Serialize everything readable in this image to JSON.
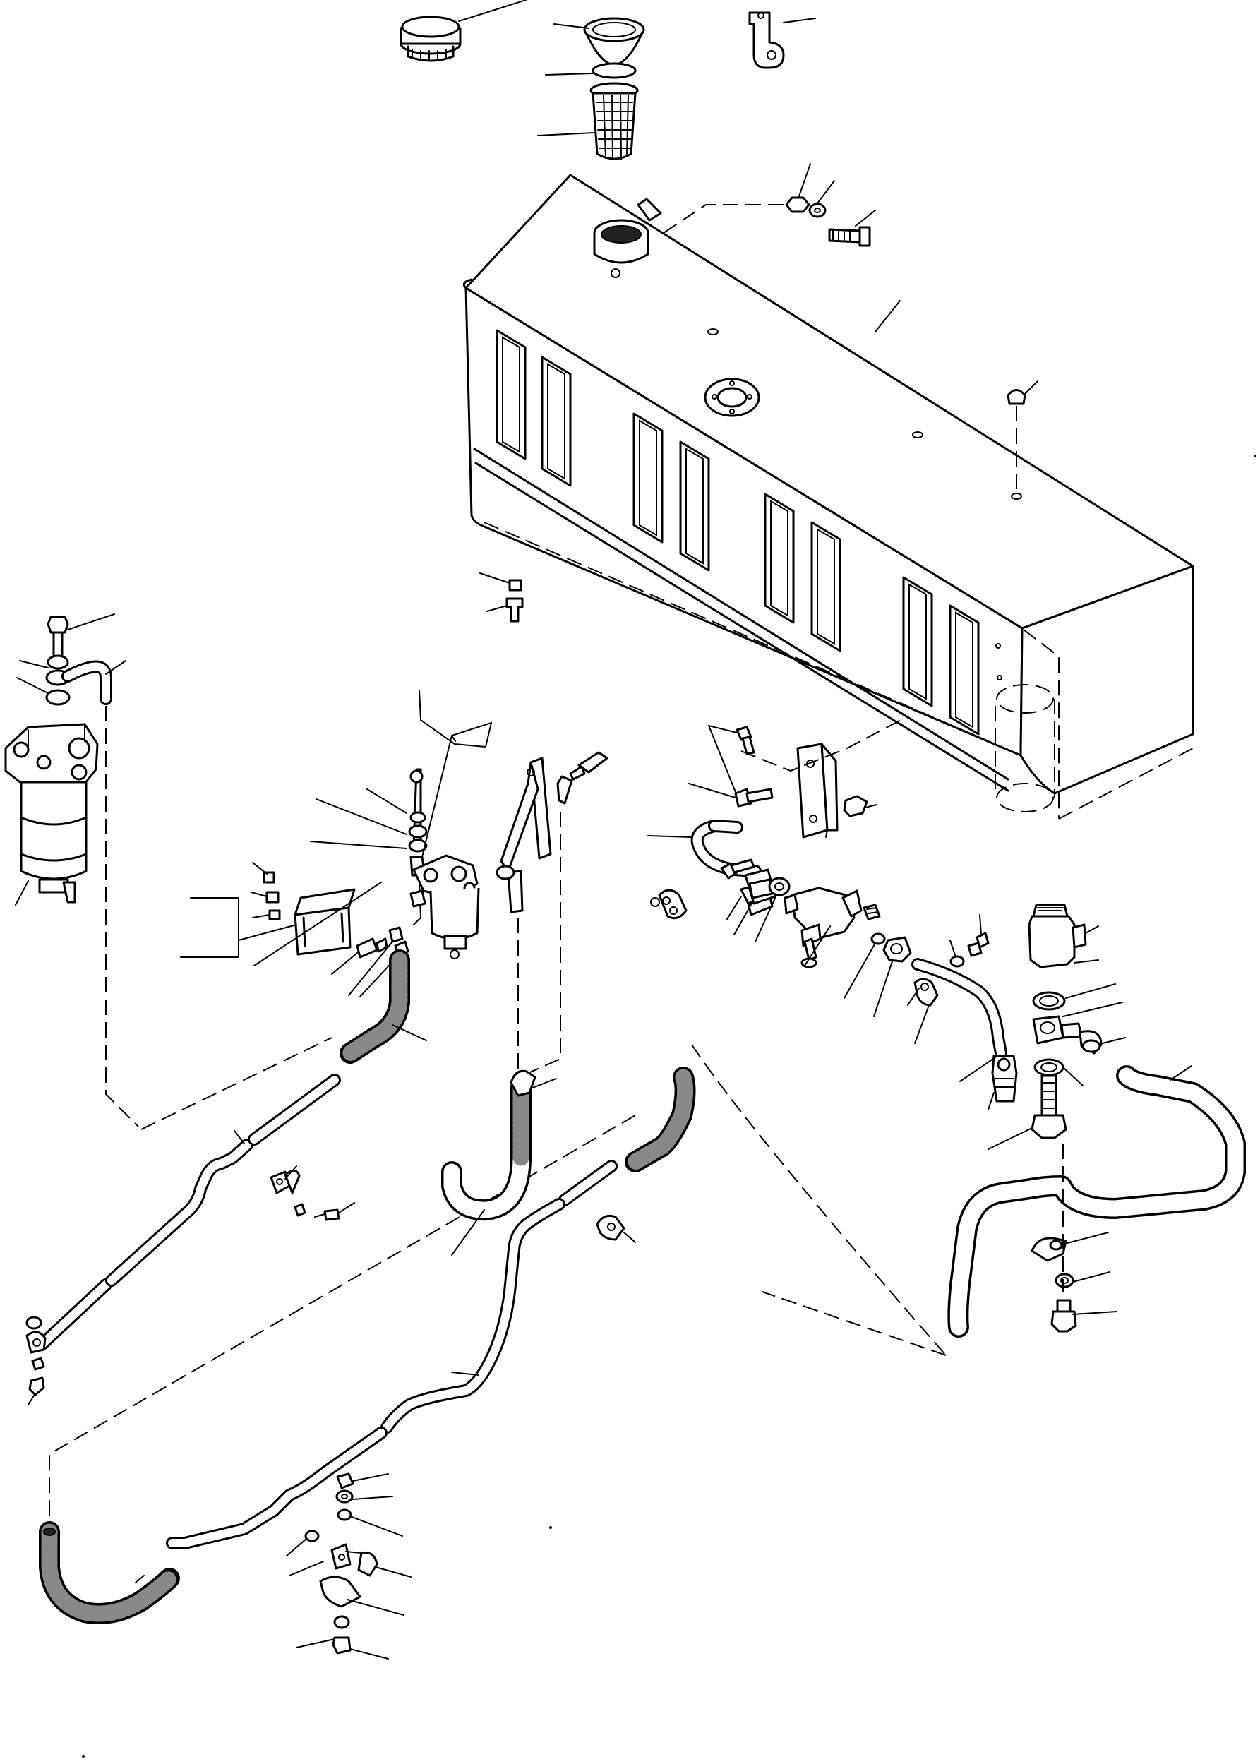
{
  "drawing": {
    "type": "exploded parts diagram",
    "line_color": "#000000",
    "background": "#ffffff",
    "parts": [
      {
        "name": "filler-cap"
      },
      {
        "name": "filler-neck-gasket"
      },
      {
        "name": "strainer-screen"
      },
      {
        "name": "mounting-bracket-top"
      },
      {
        "name": "fuel-tank"
      },
      {
        "name": "fuel-filter-left"
      },
      {
        "name": "fuel-filter-center"
      },
      {
        "name": "shutoff-valve"
      },
      {
        "name": "drain-plug-assembly"
      },
      {
        "name": "fuel-hoses"
      },
      {
        "name": "hose-clamps"
      },
      {
        "name": "bolts-nuts-washers"
      }
    ]
  }
}
